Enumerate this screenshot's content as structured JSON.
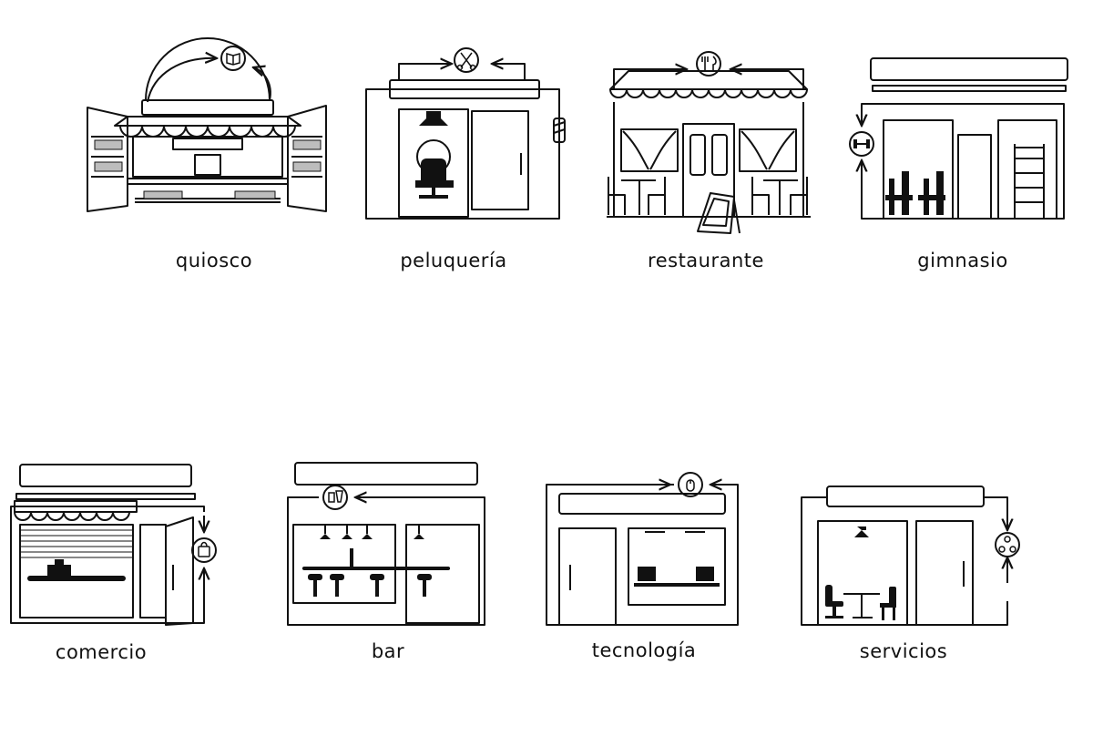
{
  "shops": [
    {
      "label": "quiosco",
      "icon": "book-icon"
    },
    {
      "label": "peluquería",
      "icon": "scissors-icon"
    },
    {
      "label": "restaurante",
      "icon": "fork-knife-icon"
    },
    {
      "label": "gimnasio",
      "icon": "dumbbell-icon"
    },
    {
      "label": "comercio",
      "icon": "shopping-bag-icon"
    },
    {
      "label": "bar",
      "icon": "drinks-icon"
    },
    {
      "label": "tecnología",
      "icon": "mouse-icon"
    },
    {
      "label": "servicios",
      "icon": "people-network-icon"
    }
  ],
  "colors": {
    "line": "#111111",
    "fill_dark": "#111111",
    "fill_grey": "#bdbdbd",
    "background": "#ffffff"
  }
}
